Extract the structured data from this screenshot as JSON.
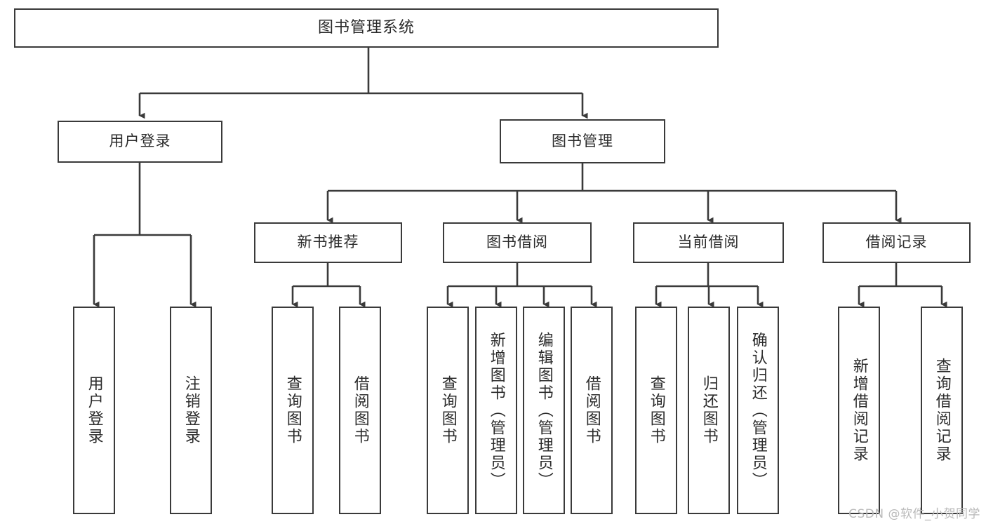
{
  "diagram": {
    "title": "图书管理系统",
    "stroke_color": "#3a3a3a",
    "fill_color": "#ffffff",
    "text_color": "#2b2b2b",
    "root": {
      "label": "图书管理系统"
    },
    "level2": [
      {
        "label": "用户登录"
      },
      {
        "label": "图书管理"
      }
    ],
    "level3": [
      {
        "label": "新书推荐"
      },
      {
        "label": "图书借阅"
      },
      {
        "label": "当前借阅"
      },
      {
        "label": "借阅记录"
      }
    ],
    "leaves": {
      "login": [
        {
          "label": "用户登录"
        },
        {
          "label": "注销登录"
        }
      ],
      "recommend": [
        {
          "label": "查询图书"
        },
        {
          "label": "借阅图书"
        }
      ],
      "borrow": [
        {
          "label": "查询图书"
        },
        {
          "label": "新增图书（管理员）"
        },
        {
          "label": "编辑图书（管理员）"
        },
        {
          "label": "借阅图书"
        }
      ],
      "current": [
        {
          "label": "查询图书"
        },
        {
          "label": "归还图书"
        },
        {
          "label": "确认归还（管理员）"
        }
      ],
      "records": [
        {
          "label": "新增借阅记录"
        },
        {
          "label": "查询借阅记录"
        }
      ]
    }
  },
  "watermark": {
    "text": "CSDN @软件_小贺同学"
  }
}
